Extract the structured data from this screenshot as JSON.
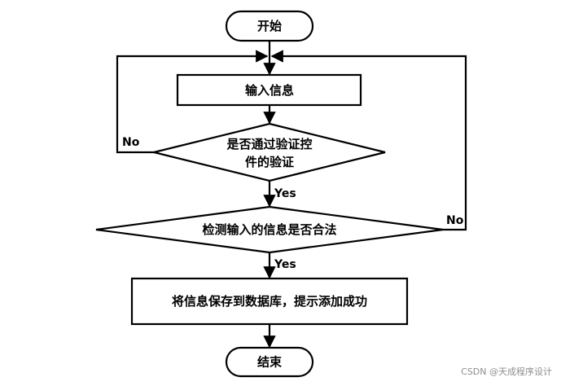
{
  "nodes": {
    "start": "开始",
    "input": "输入信息",
    "verify_line1": "是否通过验证控",
    "verify_line2": "件的验证",
    "check": "检测输入的信息是否合法",
    "save": "将信息保存到数据库，提示添加成功",
    "end": "结束"
  },
  "edges": {
    "verify_no": "No",
    "verify_yes": "Yes",
    "check_no": "No",
    "check_yes": "Yes"
  },
  "watermark": "CSDN @天成程序设计"
}
